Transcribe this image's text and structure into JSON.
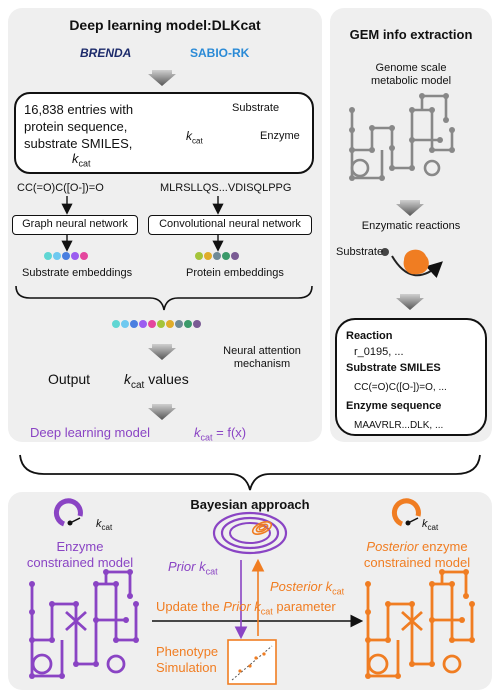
{
  "left_panel": {
    "title": "Deep learning model:DLKcat",
    "db1": "BRENDA",
    "db2": "SABIO-RK",
    "dataset_text": [
      "16,838 entries with",
      "protein sequence,",
      "substrate SMILES,"
    ],
    "dataset_kcat_k": "k",
    "dataset_kcat_sub": "cat",
    "substrate_label": "Substrate",
    "enzyme_label": "Enzyme",
    "kcat_k": "k",
    "kcat_sub": "cat",
    "smiles": "CC(=O)C([O-])=O",
    "sequence": "MLRSLLQS...VDISQLPPG",
    "gnn_label": "Graph neural network",
    "cnn_label": "Convolutional neural network",
    "substrate_embeddings": "Substrate embeddings",
    "protein_embeddings": "Protein embeddings",
    "attention_label": [
      "Neural attention",
      "mechanism"
    ],
    "output_label": "Output",
    "output_values": "values",
    "dl_model_label": "Deep learning model",
    "formula_rhs": " = f(x)",
    "colors": {
      "purple": "#8a44c4",
      "orange": "#f07d22",
      "navy": "#1d2b6b",
      "blue": "#2a8ad6"
    },
    "substrate_dot_colors": [
      "#5fd6d3",
      "#6ec9f0",
      "#4a7fe0",
      "#9b5cf0",
      "#e4469e"
    ],
    "protein_dot_colors": [
      "#a4c43a",
      "#e0ad2a",
      "#6f8a96",
      "#3b9a6a",
      "#7a5b94"
    ],
    "combined_dot_colors": [
      "#5fd6d3",
      "#6ec9f0",
      "#4a7fe0",
      "#9b5cf0",
      "#e4469e",
      "#a4c43a",
      "#e0ad2a",
      "#6f8a96",
      "#3b9a6a",
      "#7a5b94"
    ]
  },
  "right_panel": {
    "title": "GEM info extraction",
    "gem_label": [
      "Genome scale",
      "metabolic model"
    ],
    "enzymatic_reactions": "Enzymatic reactions",
    "substrate_label": "Substrate",
    "reaction_heading": "Reaction",
    "reaction_value": "r_0195, ...",
    "smiles_heading": "Substrate SMILES",
    "smiles_value": "CC(=O)C([O-])=O, ...",
    "enzyme_heading": "Enzyme sequence",
    "enzyme_value": "MAAVRLR...DLK, ..."
  },
  "bottom_panel": {
    "title": "Bayesian approach",
    "left_model_label": [
      "Enzyme",
      "constrained model"
    ],
    "right_model_prefix": "Posterior",
    "right_model_label": [
      " enzyme",
      "constrained model"
    ],
    "prior_label": "Prior",
    "posterior_label": "Posterior",
    "update_prefix": "Update the ",
    "update_suffix": " parameter",
    "phenotype_label": [
      "Phenotype",
      "Simulation"
    ],
    "kcat_k": "k",
    "kcat_sub": "cat"
  }
}
